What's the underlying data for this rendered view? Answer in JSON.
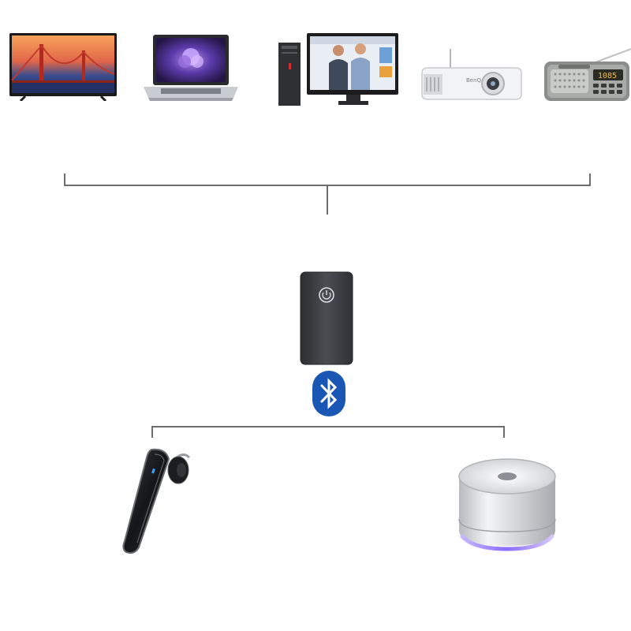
{
  "diagram": {
    "source_devices": [
      {
        "id": "tv",
        "icon": "television-icon"
      },
      {
        "id": "laptop",
        "icon": "laptop-icon"
      },
      {
        "id": "desktop",
        "icon": "desktop-computer-icon"
      },
      {
        "id": "projector",
        "icon": "projector-icon"
      },
      {
        "id": "radio",
        "icon": "radio-icon"
      }
    ],
    "adapter": {
      "icon": "bluetooth-adapter-icon",
      "button_icon": "power-button-icon"
    },
    "wireless": {
      "icon": "bluetooth-icon"
    },
    "output_devices": [
      {
        "id": "headset",
        "icon": "bluetooth-headset-icon"
      },
      {
        "id": "speaker",
        "icon": "speaker-icon"
      }
    ],
    "projector_brand": "BenQ",
    "radio_display": "1085",
    "colors": {
      "connector_line": "#6d6d6d",
      "bluetooth_badge": "#1a56b4",
      "adapter_body": "#3e4145",
      "speaker_glow": "#8a6cff"
    }
  }
}
